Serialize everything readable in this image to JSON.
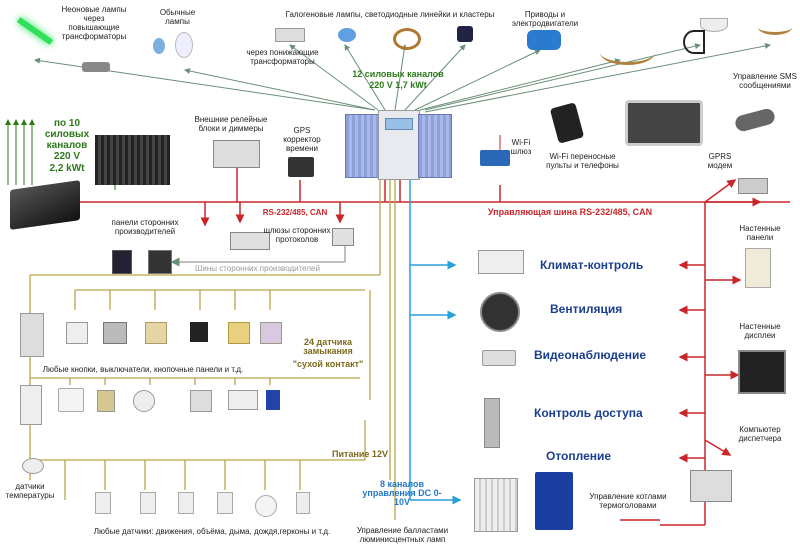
{
  "top": {
    "neon_lamps": "Неоновые лампы через повышающие трансформаторы",
    "ordinary_lamps": "Обычные лампы",
    "step_down": "через понижающие трансформаторы",
    "halogen": "Галогеновые лампы, светодиодные линейки и кластеры",
    "drives": "Приводы и электродвигатели",
    "sms": "Управление SMS сообщениями"
  },
  "power": {
    "channels12": "12 силовых каналов",
    "v12": "220 V 1,7 kWt",
    "channels10": "по 10 силовых каналов",
    "v10": "220 V",
    "kw10": "2,2 kWt"
  },
  "left": {
    "relay_blocks": "Внешние релейные блоки и диммеры",
    "gps": "GPS корректор времени",
    "rs_can": "RS-232/485, CAN",
    "third_panels": "панели сторонних производителей",
    "gateways": "шлюзы сторонних протоколов",
    "third_buses": "Шины сторонних производителей",
    "buttons": "Любые кнопки, выключатели, кнопочные панели и т.д.",
    "dry24": "24 датчика замыкания",
    "dry_contact": "\"сухой контакт\"",
    "temp_sensors": "датчики температуры",
    "power12": "Питание 12V",
    "sensors": "Любые датчики: движения, объёма, дыма, дождя,герконы и т.д.",
    "dc8": "8 каналов управления DC 0-10V",
    "ballast": "Управление балластами люминисцентных ламп"
  },
  "right": {
    "wifi_gw": "Wi-Fi шлюз",
    "wifi_phones": "Wi-Fi переносные пульты и телефоны",
    "gprs": "GPRS модем",
    "bus": "Управляющая шина  RS-232/485, CAN",
    "wall_panels": "Настенные панели",
    "wall_displays": "Настенные дисплеи",
    "dispatcher": "Компьютер диспетчера",
    "boilers": "Управление котлами термоголовами"
  },
  "systems": [
    "Климат-контроль",
    "Вентиляция",
    "Видеонаблюдение",
    "Контроль доступа",
    "Отопление"
  ],
  "colors": {
    "red": "#c8262a",
    "green": "#2c7a1a",
    "blue": "#2277cc",
    "olive": "#b8a64a",
    "dark_blue": "#1b3f8f"
  }
}
